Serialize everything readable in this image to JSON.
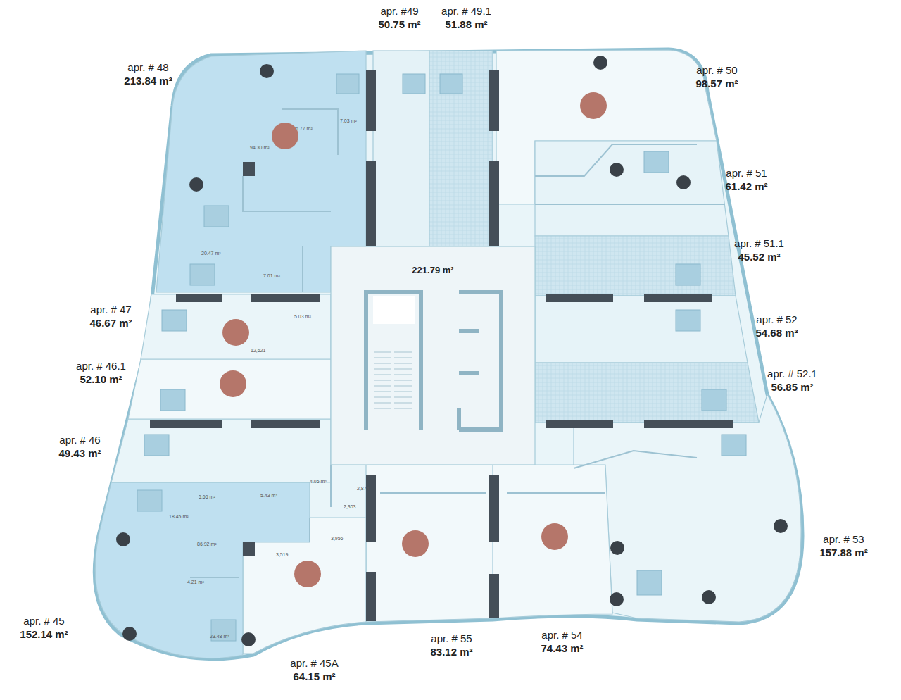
{
  "diagram": {
    "nodes": [
      {
        "text": [
          "apr. # 48",
          "213.84 m²"
        ]
      },
      {
        "text": [
          "apr. #49",
          "50.75 m²"
        ]
      },
      {
        "text": [
          "apr. # 49.1",
          "51.88 m²"
        ]
      },
      {
        "text": [
          "apr. # 50",
          "98.57 m²"
        ]
      },
      {
        "text": [
          "apr. # 51",
          "61.42 m²"
        ]
      },
      {
        "text": [
          "apr. # 51.1",
          "45.52 m²"
        ]
      },
      {
        "text": [
          "221.79 m²"
        ]
      },
      {
        "text": [
          "apr. # 47",
          "46.67 m²"
        ]
      },
      {
        "text": [
          "apr. # 52",
          "54.68 m²"
        ]
      },
      {
        "text": [
          "apr. # 46.1",
          "52.10 m²"
        ]
      },
      {
        "text": [
          "apr. # 52.1",
          "56.85 m²"
        ]
      },
      {
        "text": [
          "apr. # 46",
          "49.43 m²"
        ]
      },
      {
        "text": [
          "apr. # 53",
          "157.88 m²"
        ]
      },
      {
        "text": [
          "apr. # 45",
          "152.14 m²"
        ]
      },
      {
        "text": [
          "apr. # 55",
          "83.12 m²"
        ]
      },
      {
        "text": [
          "apr. # 54",
          "74.43 m²"
        ]
      },
      {
        "text": [
          "apr. # 45A",
          "64.15 m²"
        ]
      }
    ],
    "labels": [
      "94.30 m²",
      "6.77 m²",
      "7.03 m²",
      "20.47 m²",
      "7.01 m²",
      "5.03 m²",
      "86.92 m²",
      "18.45 m²",
      "5.66 m²",
      "5.43 m²",
      "4.05 m²",
      "4.21 m²",
      "23.48 m²",
      "3,519",
      "3,956",
      "2,303",
      "2,874",
      "12,621"
    ]
  }
}
